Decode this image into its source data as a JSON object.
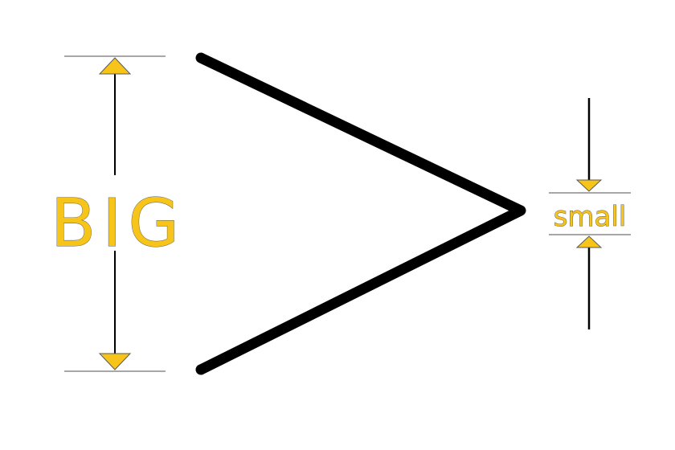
{
  "labels": {
    "big": "BIG",
    "small": "small"
  },
  "colors": {
    "accent": "#f7c41a",
    "outline": "#5a5a5a",
    "stroke": "#000000",
    "guide": "#8a8a8a"
  },
  "icons": [
    "arrow-up-icon",
    "arrow-down-icon",
    "greater-than-symbol"
  ]
}
